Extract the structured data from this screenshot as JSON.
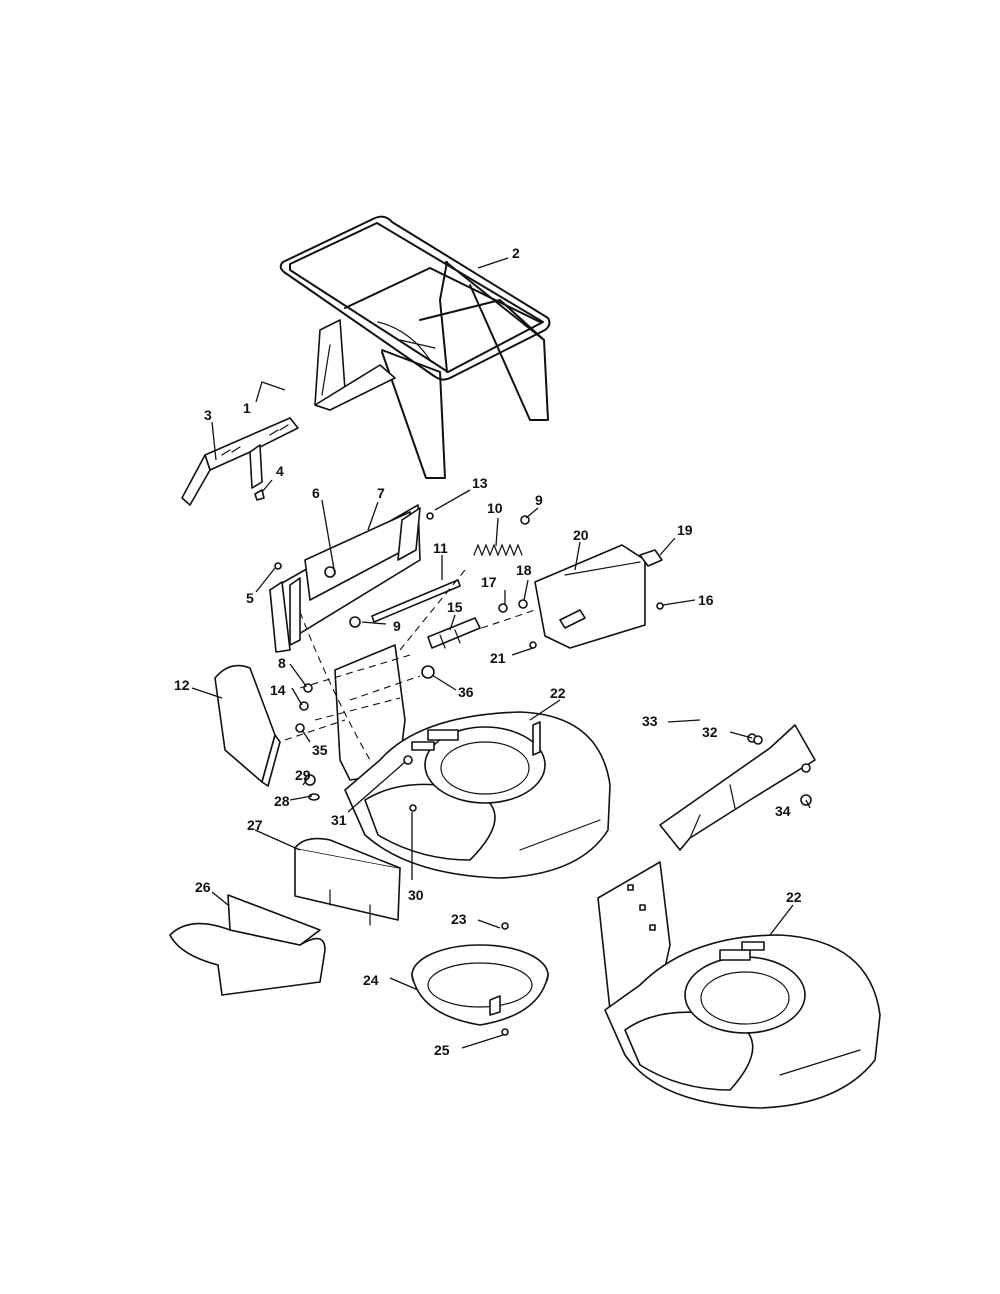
{
  "callouts": {
    "c1": "1",
    "c2": "2",
    "c3": "3",
    "c4": "4",
    "c5": "5",
    "c6": "6",
    "c7": "7",
    "c8": "8",
    "c9a": "9",
    "c9b": "9",
    "c10": "10",
    "c11": "11",
    "c12": "12",
    "c13": "13",
    "c14": "14",
    "c15": "15",
    "c16": "16",
    "c17": "17",
    "c18": "18",
    "c19": "19",
    "c20": "20",
    "c21": "21",
    "c22a": "22",
    "c22b": "22",
    "c23": "23",
    "c24": "24",
    "c25": "25",
    "c26": "26",
    "c27": "27",
    "c28": "28",
    "c29": "29",
    "c30": "30",
    "c31": "31",
    "c32": "32",
    "c33": "33",
    "c34": "34",
    "c35": "35",
    "c36": "36"
  }
}
